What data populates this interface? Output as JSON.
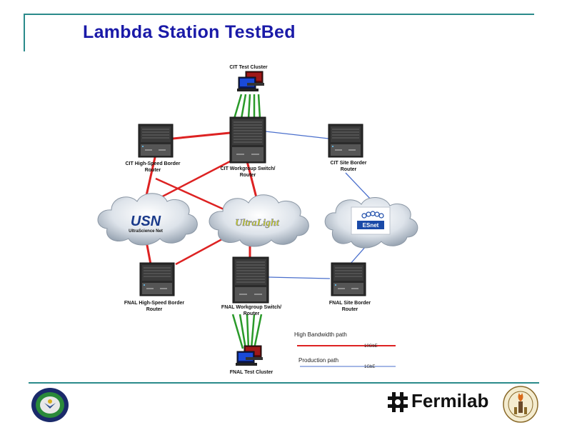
{
  "slide": {
    "title": "Lambda Station TestBed"
  },
  "nodes": {
    "cit_test_cluster": "CIT Test Cluster",
    "cit_highspeed_router": [
      "CIT High-Speed Border",
      "Router"
    ],
    "cit_workgroup_switch": [
      "CIT Workgroup Switch/",
      "Router"
    ],
    "cit_site_router": [
      "CIT Site Border",
      "Router"
    ],
    "fnal_highspeed_router": [
      "FNAL High-Speed Border",
      "Router"
    ],
    "fnal_workgroup_switch": [
      "FNAL Workgroup Switch/",
      "Router"
    ],
    "fnal_site_router": [
      "FNAL Site Border",
      "Router"
    ],
    "fnal_test_cluster": "FNAL Test Cluster"
  },
  "clouds": {
    "usn": {
      "logo": "USN",
      "caption": "UltraScience Net"
    },
    "ultralight": {
      "logo": "UltraLight"
    },
    "esnet": {
      "logo": "ESnet"
    }
  },
  "legend": {
    "high_bandwidth": {
      "label": "High Bandwidth path",
      "speed": "10GbE",
      "color": "#dd2222"
    },
    "production": {
      "label": "Production path",
      "speed": "1GbE",
      "color": "#4a6fcc"
    }
  },
  "footer": {
    "lab_name": "Fermilab"
  },
  "colors": {
    "title": "#1a1aa8",
    "frame": "#2a8a8a",
    "cluster_links": "#2a9a2a"
  }
}
